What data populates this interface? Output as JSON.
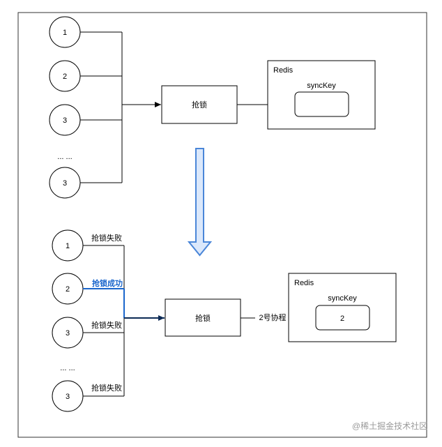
{
  "colors": {
    "line": "#000000",
    "success": "#1a66cc",
    "arrow_fill": "#dbe8fb",
    "arrow_stroke": "#4a86d8",
    "watermark": "#cfcfcf",
    "frame": "#333333"
  },
  "top": {
    "nodes": [
      "1",
      "2",
      "3",
      "3"
    ],
    "ellipsis": "... ...",
    "lock_box": "抢锁",
    "redis_label": "Redis",
    "redis_key_label": "syncKey",
    "redis_key_value": ""
  },
  "bottom": {
    "nodes": [
      "1",
      "2",
      "3",
      "3"
    ],
    "ellipsis": "... ...",
    "node_labels": [
      "抢锁失败",
      "抢锁成功",
      "抢锁失败",
      "抢锁失败"
    ],
    "lock_box": "抢锁",
    "arrow_label": "2号协程",
    "redis_label": "Redis",
    "redis_key_label": "syncKey",
    "redis_key_value": "2"
  },
  "watermark_text": "@稀土掘金技术社区"
}
